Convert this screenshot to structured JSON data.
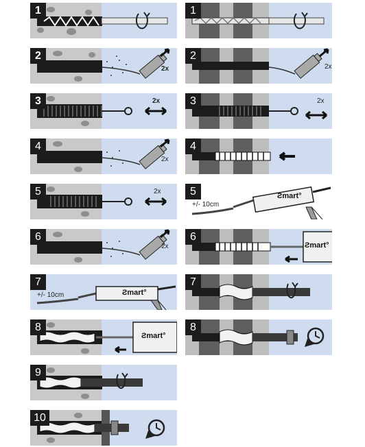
{
  "left": {
    "steps": [
      {
        "n": "1"
      },
      {
        "n": "2",
        "repeat": "2x"
      },
      {
        "n": "3",
        "repeat": "2x"
      },
      {
        "n": "4",
        "repeat": "2x"
      },
      {
        "n": "5",
        "repeat": "2x"
      },
      {
        "n": "6",
        "repeat": "2x"
      },
      {
        "n": "7",
        "dist": "+/- 10cm",
        "brand": "Ƨmart°"
      },
      {
        "n": "8",
        "brand": "Ƨmart°"
      },
      {
        "n": "9"
      },
      {
        "n": "10"
      }
    ]
  },
  "right": {
    "steps": [
      {
        "n": "1"
      },
      {
        "n": "2",
        "repeat": "2x"
      },
      {
        "n": "3",
        "repeat": "2x"
      },
      {
        "n": "4"
      },
      {
        "n": "5",
        "dist": "+/- 10cm",
        "brand": "Ƨmart°"
      },
      {
        "n": "6",
        "brand": "Ƨmart°"
      },
      {
        "n": "7"
      },
      {
        "n": "8"
      }
    ]
  },
  "colors": {
    "panel_bg": "#cfdcef",
    "concrete": "#c9c9c9",
    "dark": "#1c1c1c",
    "brick_dark": "#5e5e5e",
    "brick_light": "#bdbdbd"
  }
}
